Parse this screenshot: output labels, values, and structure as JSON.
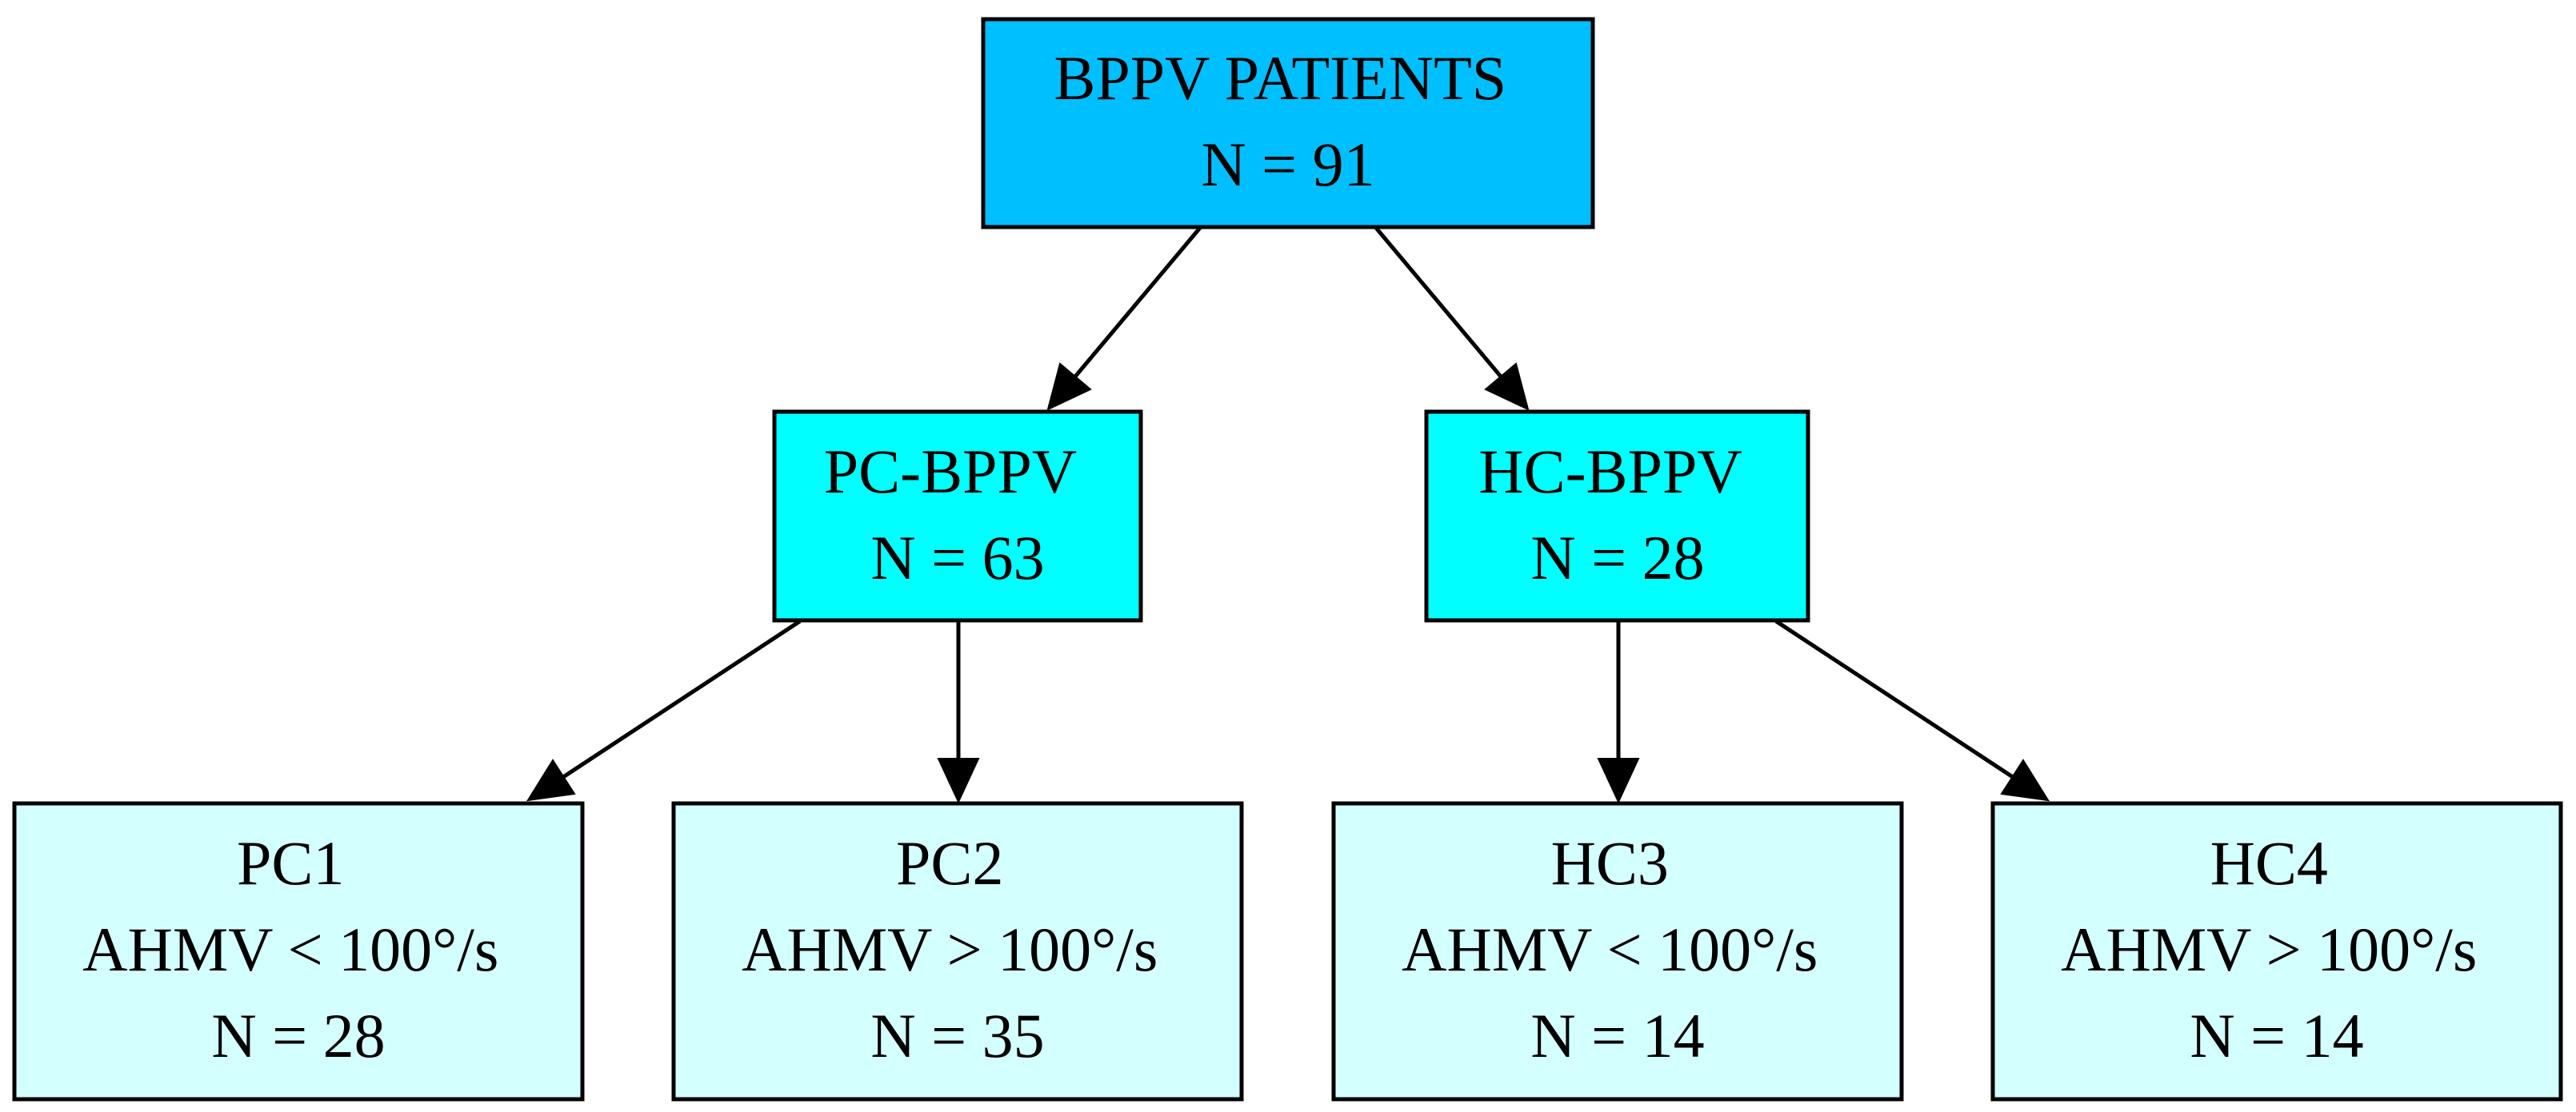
{
  "colors": {
    "root_fill": "#00bfff",
    "mid_fill": "#00ffff",
    "leaf_fill": "#d4ffff",
    "stroke": "#000000"
  },
  "nodes": {
    "root": {
      "lines": [
        "BPPV PATIENTS",
        "N = 91"
      ]
    },
    "pc_bppv": {
      "lines": [
        "PC-BPPV",
        "N = 63"
      ]
    },
    "hc_bppv": {
      "lines": [
        "HC-BPPV",
        "N = 28"
      ]
    },
    "pc1": {
      "lines": [
        "PC1",
        "AHMV < 100°/s",
        "N = 28"
      ]
    },
    "pc2": {
      "lines": [
        "PC2",
        "AHMV > 100°/s",
        "N = 35"
      ]
    },
    "hc3": {
      "lines": [
        "HC3",
        "AHMV < 100°/s",
        "N = 14"
      ]
    },
    "hc4": {
      "lines": [
        "HC4",
        "AHMV > 100°/s",
        "N = 14"
      ]
    }
  },
  "edges": [
    {
      "from": "root",
      "to": "pc_bppv"
    },
    {
      "from": "root",
      "to": "hc_bppv"
    },
    {
      "from": "pc_bppv",
      "to": "pc1"
    },
    {
      "from": "pc_bppv",
      "to": "pc2"
    },
    {
      "from": "hc_bppv",
      "to": "hc3"
    },
    {
      "from": "hc_bppv",
      "to": "hc4"
    }
  ]
}
